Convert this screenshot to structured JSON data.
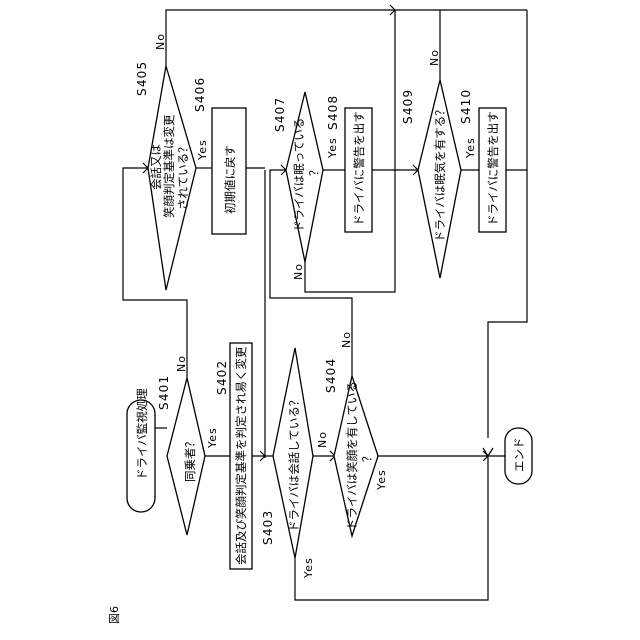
{
  "figure_label": "図6",
  "nodes": {
    "start": {
      "text": "ドライバ監視処理"
    },
    "end": {
      "text": "エンド"
    },
    "s401": {
      "step": "S401",
      "text": "同乗者？"
    },
    "s402": {
      "step": "S402",
      "text": "会話及び笑顔判定基準を判定され易く変更"
    },
    "s403": {
      "step": "S403",
      "text": "ドライバは会話している？"
    },
    "s404": {
      "step": "S404",
      "line1": "ドライバは笑顔を有している",
      "line2": "？"
    },
    "s405": {
      "step": "S405",
      "line1": "会話又は",
      "line2": "笑顔判定基準は変更",
      "line3": "されている？"
    },
    "s406": {
      "step": "S406",
      "text": "初期値に戻す"
    },
    "s407": {
      "step": "S407",
      "line1": "ドライバは眠っている",
      "line2": "？"
    },
    "s408": {
      "step": "S408",
      "text": "ドライバに警告を出す"
    },
    "s409": {
      "step": "S409",
      "text": "ドライバは眠気を有する？"
    },
    "s410": {
      "step": "S410",
      "text": "ドライバに警告を出す"
    }
  },
  "branch_labels": {
    "yes": "Yes",
    "no": "No"
  }
}
